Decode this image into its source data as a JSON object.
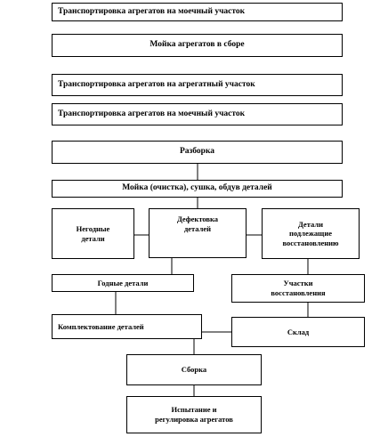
{
  "chart_data": {
    "type": "flowchart",
    "nodes": [
      {
        "id": "n1",
        "label": "Транспортировка агрегатов на моечный участок"
      },
      {
        "id": "n2",
        "label": "Мойка агрегатов в сборе"
      },
      {
        "id": "n3",
        "label": "Транспортировка агрегатов на агрегатный участок"
      },
      {
        "id": "n4",
        "label": "Транспортировка агрегатов на моечный участок"
      },
      {
        "id": "n5",
        "label": "Разборка"
      },
      {
        "id": "n6",
        "label": "Мойка (очистка),  сушка, обдув деталей"
      },
      {
        "id": "n7",
        "label": "Негодные\nдетали"
      },
      {
        "id": "n8",
        "label": "Дефектовка\nдеталей"
      },
      {
        "id": "n9",
        "label": "Детали\nподлежащие\nвосстановлению"
      },
      {
        "id": "n10",
        "label": "Годные детали"
      },
      {
        "id": "n11",
        "label": "Участки\nвосстановления"
      },
      {
        "id": "n12",
        "label": "Комплектование деталей"
      },
      {
        "id": "n13",
        "label": "Склад"
      },
      {
        "id": "n14",
        "label": "Сборка"
      },
      {
        "id": "n15",
        "label": "Испытание и\nрегулировка агрегатов"
      }
    ],
    "edges": [
      [
        "n5",
        "n6"
      ],
      [
        "n6",
        "n8"
      ],
      [
        "n8",
        "n7"
      ],
      [
        "n8",
        "n9"
      ],
      [
        "n8",
        "n10"
      ],
      [
        "n9",
        "n11"
      ],
      [
        "n10",
        "n12"
      ],
      [
        "n11",
        "n13"
      ],
      [
        "n13",
        "n12"
      ],
      [
        "n12",
        "n14"
      ],
      [
        "n14",
        "n15"
      ]
    ]
  }
}
